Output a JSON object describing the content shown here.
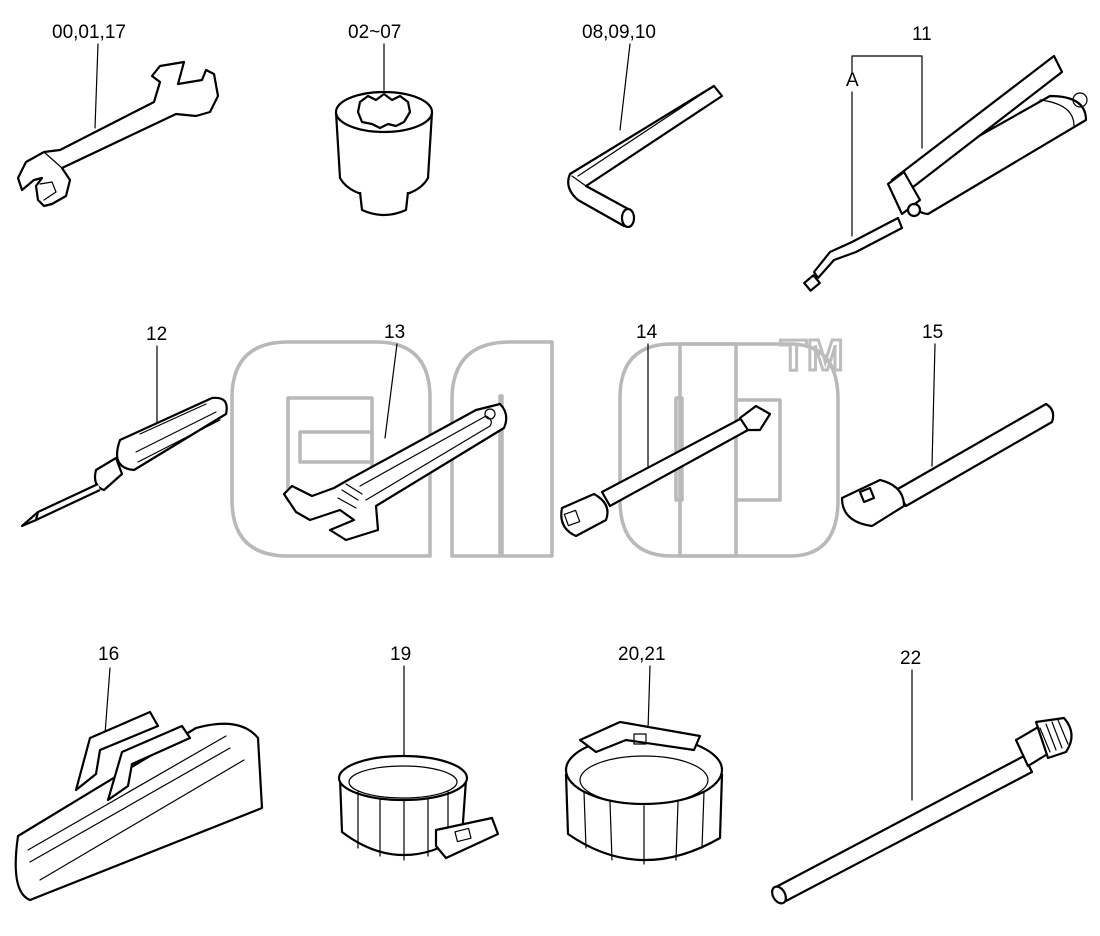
{
  "watermark": {
    "trademark": "TM"
  },
  "callouts": {
    "c1": "00,01,17",
    "c2": "02~07",
    "c3": "08,09,10",
    "c4": "11",
    "c4a": "A",
    "c5": "12",
    "c6": "13",
    "c7": "14",
    "c8": "15",
    "c9": "16",
    "c10": "19",
    "c11": "20,21",
    "c12": "22"
  }
}
